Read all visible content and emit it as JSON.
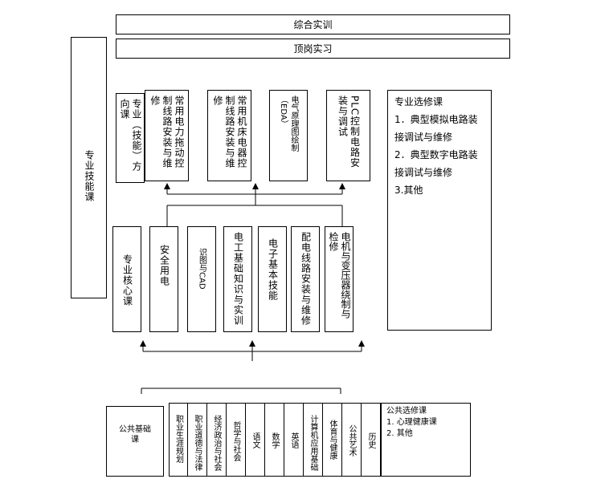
{
  "top": {
    "comprehensive_training": "综合实训",
    "internship": "顶岗实习"
  },
  "specialty_skills": "专业技能课",
  "direction": {
    "label": "专业（技能）方向课",
    "courses": [
      "常用电力拖动控制线路安装与维修",
      "常用机床电器控制线路安装与维修",
      "电气原理图绘制（EDA）",
      "PLC控制电路安装与调试"
    ]
  },
  "major_electives": {
    "title": "专业选修课",
    "items": [
      "1．典型模拟电路装接调试与维修",
      "2．典型数字电路装接调试与维修",
      "3.其他"
    ]
  },
  "core": {
    "label": "专业核心课",
    "courses": [
      "安全用电",
      "识图与CAD",
      "电工基础知识与实训",
      "电子基本技能",
      "配电线路安装与维修",
      "电机与变压器绕制与检修"
    ]
  },
  "public": {
    "label": "公共基础课",
    "courses": [
      "职业生涯规划",
      "职业道德与法律",
      "经济政治与社会",
      "哲学与社会",
      "语文",
      "数学",
      "英语",
      "计算机应用基础",
      "体育与健康",
      "公共艺术",
      "历史"
    ]
  },
  "public_electives": {
    "title": "公共选修课",
    "items": [
      "1. 心理健康课",
      "2. 其他"
    ]
  },
  "colors": {
    "line": "#000000",
    "background": "#ffffff"
  }
}
